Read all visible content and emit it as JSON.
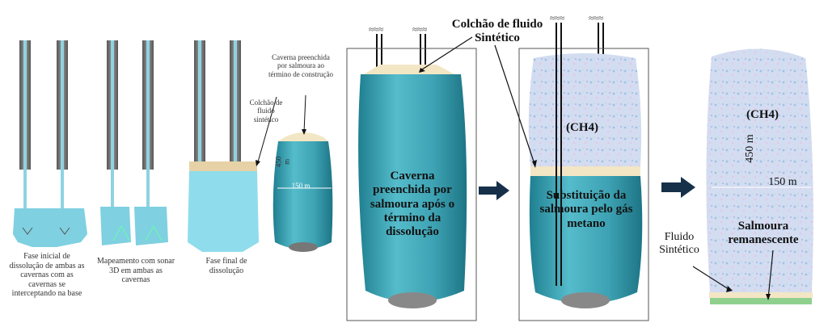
{
  "stages": {
    "stage1_caption": "Fase inicial de dissolução de ambas as cavernas com as cavernas se interceptando na base",
    "stage2_caption": "Mapeamento com sonar 3D em ambas as cavernas",
    "stage3_caption": "Fase final de dissolução",
    "label_cushion_small": "Colchão de fluido sintético",
    "label_filled_small": "Caverna preenchida por salmoura ao término de construção",
    "small_height": "450 m",
    "small_width": "150 m"
  },
  "center": {
    "cushion_title": "Colchão de fluido Sintético",
    "left_cavern_text": "Caverna preenchida por salmoura após o término da dissolução",
    "right_gas": "(CH4)",
    "right_cavern_text": "Substituição da salmoura pelo gás metano"
  },
  "final": {
    "gas": "(CH4)",
    "height": "450 m",
    "width": "150 m",
    "brine": "Salmoura remanescente",
    "fluid": "Fluido Sintético"
  },
  "colors": {
    "brine": "#3fa7b8",
    "brine_dark": "#217d8f",
    "gas": "#c9d6ee",
    "cushion": "#f3e6c4",
    "arrow": "#17304a"
  }
}
